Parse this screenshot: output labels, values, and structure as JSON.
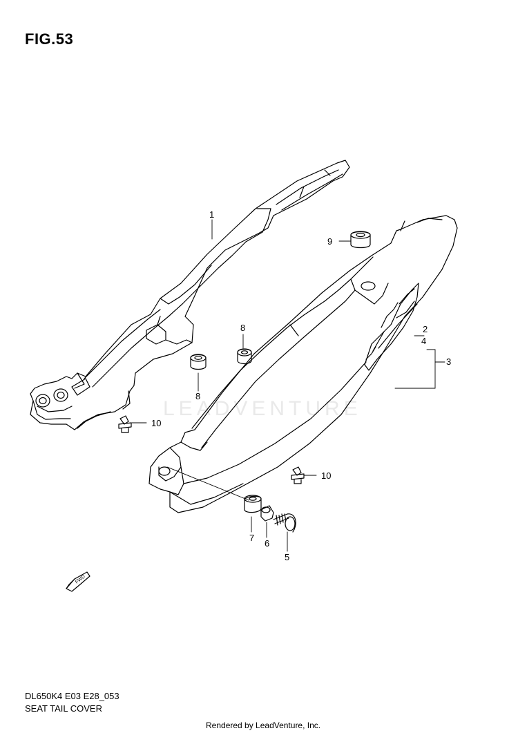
{
  "figure": {
    "title": "FIG.53",
    "code": "DL650K4 E03 E28_053",
    "caption": "SEAT TAIL COVER",
    "watermark": "LEADVENTURE",
    "footer": "Rendered by LeadVenture, Inc.",
    "fwd_label": "FWD"
  },
  "callouts": {
    "c1": "1",
    "c2": "2",
    "c3": "3",
    "c4": "4",
    "c5": "5",
    "c6": "6",
    "c7": "7",
    "c8a": "8",
    "c8b": "8",
    "c9": "9",
    "c10a": "10",
    "c10b": "10"
  }
}
